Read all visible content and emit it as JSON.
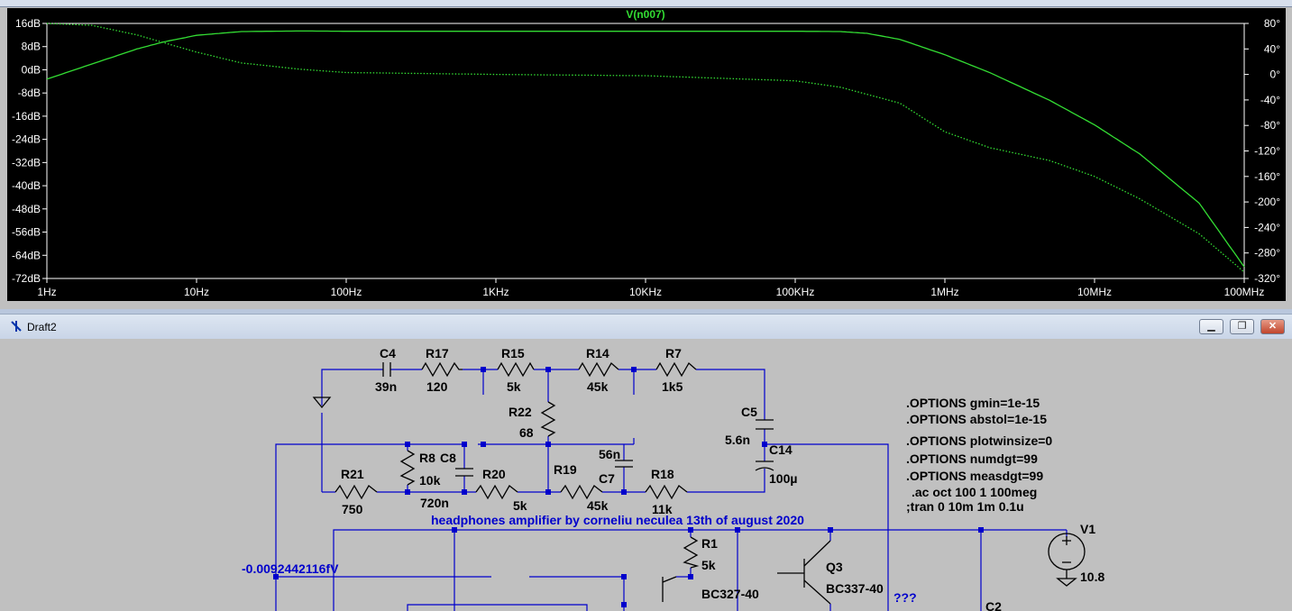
{
  "plot": {
    "trace_name": "V(n007)",
    "left_axis_ticks": [
      "16dB",
      "8dB",
      "0dB",
      "-8dB",
      "-16dB",
      "-24dB",
      "-32dB",
      "-40dB",
      "-48dB",
      "-56dB",
      "-64dB",
      "-72dB"
    ],
    "right_axis_ticks": [
      "80°",
      "40°",
      "0°",
      "-40°",
      "-80°",
      "-120°",
      "-160°",
      "-200°",
      "-240°",
      "-280°",
      "-320°"
    ],
    "x_axis_ticks": [
      "1Hz",
      "10Hz",
      "100Hz",
      "1KHz",
      "10KHz",
      "100KHz",
      "1MHz",
      "10MHz",
      "100MHz"
    ]
  },
  "chart_data": {
    "type": "line",
    "x_scale": "log",
    "xlim": [
      1,
      100000000
    ],
    "ylim_left": [
      -72,
      16
    ],
    "ylim_right": [
      -320,
      80
    ],
    "grid": false,
    "series": [
      {
        "name": "V(n007)",
        "axis": "left",
        "style": "solid",
        "color": "#33dd33",
        "x": [
          1,
          2,
          4,
          6,
          10,
          20,
          50,
          100,
          1000,
          10000,
          100000,
          200000,
          300000,
          500000,
          1000000,
          2000000,
          5000000,
          10000000,
          20000000,
          50000000,
          100000000
        ],
        "y": [
          -3.2,
          2.0,
          7.2,
          9.6,
          11.9,
          13.2,
          13.4,
          13.3,
          13.3,
          13.3,
          13.3,
          13.2,
          12.6,
          10.5,
          5.2,
          -1.0,
          -10.5,
          -19.0,
          -29.0,
          -46.0,
          -68.0
        ]
      },
      {
        "name": "phase",
        "axis": "right",
        "style": "dotted",
        "color": "#33dd33",
        "x": [
          1,
          2,
          4,
          6,
          10,
          20,
          50,
          100,
          1000,
          10000,
          100000,
          200000,
          500000,
          1000000,
          2000000,
          5000000,
          10000000,
          20000000,
          50000000,
          100000000
        ],
        "y": [
          80,
          77,
          62,
          50,
          35,
          18,
          8,
          3,
          0,
          -2,
          -10,
          -20,
          -45,
          -90,
          -115,
          -135,
          -160,
          -195,
          -250,
          -310
        ]
      }
    ]
  },
  "window": {
    "title": "Draft2",
    "min_label": "▁",
    "restore_label": "❐",
    "close_label": "✕"
  },
  "schematic": {
    "components": {
      "C4": "C4",
      "C4_val": "39n",
      "R17": "R17",
      "R17_val": "120",
      "R15": "R15",
      "R15_val": "5k",
      "R14": "R14",
      "R14_val": "45k",
      "R7": "R7",
      "R7_val": "1k5",
      "R22": "R22",
      "R22_val": "68",
      "C5": "C5",
      "C5_val": "5.6n",
      "C14": "C14",
      "C14_val": "100µ",
      "R8": "R8",
      "R8_val": "10k",
      "C8": "C8",
      "C8_val": "720n",
      "R21": "R21",
      "R21_val": "750",
      "R20": "R20",
      "R20_val": "5k",
      "R19": "R19",
      "R19_val": "45k",
      "C7": "C7",
      "C7_val": "56n",
      "R18": "R18",
      "R18_val": "11k",
      "R1": "R1",
      "R1_val": "5k",
      "Q3": "Q3",
      "Q3_model": "BC337-40",
      "Q2_model": "BC327-40",
      "V1": "V1",
      "V1_val": "10.8",
      "C2": "C2"
    },
    "directives": [
      ".OPTIONS gmin=1e-15",
      ".OPTIONS abstol=1e-15",
      ".OPTIONS plotwinsize=0",
      ".OPTIONS numdgt=99",
      ".OPTIONS measdgt=99",
      ".ac oct 100 1 100meg",
      ";tran 0 10m 1m 0.1u"
    ],
    "comment": "headphones amplifier by corneliu neculea 13th of august 2020",
    "node_voltage": "-0.0092442116fV",
    "unknown_label": "???"
  },
  "colors": {
    "plot_bg": "#000000",
    "trace": "#33dd33",
    "axis_text": "#ffffff",
    "wire": "#0000cc",
    "component": "#000000",
    "schematic_bg": "#c0c0c0"
  }
}
